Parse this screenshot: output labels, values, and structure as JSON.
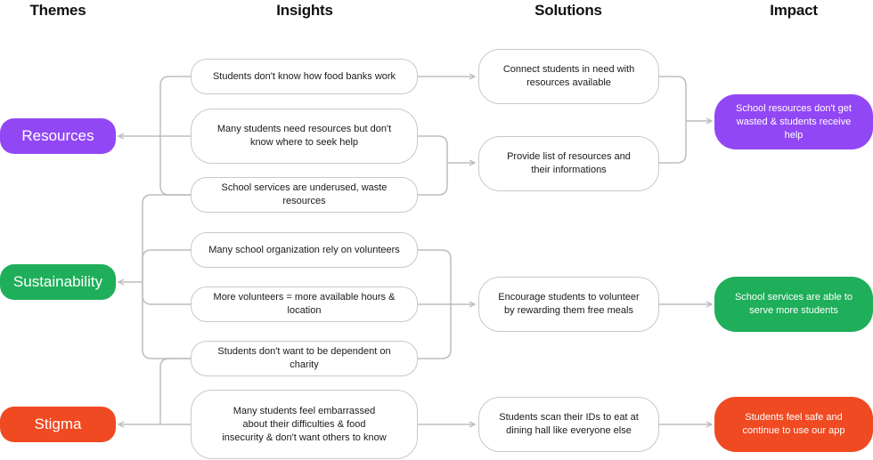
{
  "headers": {
    "themes": "Themes",
    "insights": "Insights",
    "solutions": "Solutions",
    "impact": "Impact"
  },
  "colors": {
    "resources": "#9247f5",
    "sustainability": "#1fae5a",
    "stigma": "#f04a22",
    "connector": "#bdbdbd",
    "box_border": "#c9c9c9"
  },
  "themes": {
    "resources": "Resources",
    "sustainability": "Sustainability",
    "stigma": "Stigma"
  },
  "insights": [
    "Students don't know how food banks work",
    "Many students need resources but don't know where to seek help",
    "School services are underused, waste resources",
    "Many school organization rely on volunteers",
    "More volunteers = more available hours & location",
    "Students don't want to be dependent on charity",
    "Many students feel embarrassed about their difficulties & food insecurity & don't want others to know"
  ],
  "solutions": [
    "Connect students in need with resources available",
    "Provide list of resources and their informations",
    "Encourage students to volunteer by rewarding them free meals",
    "Students scan their IDs to eat at dining hall like everyone else"
  ],
  "impacts": [
    "School resources don't get wasted & students receive help",
    "School services are able to serve more students",
    "Students feel safe and continue to use our app"
  ]
}
